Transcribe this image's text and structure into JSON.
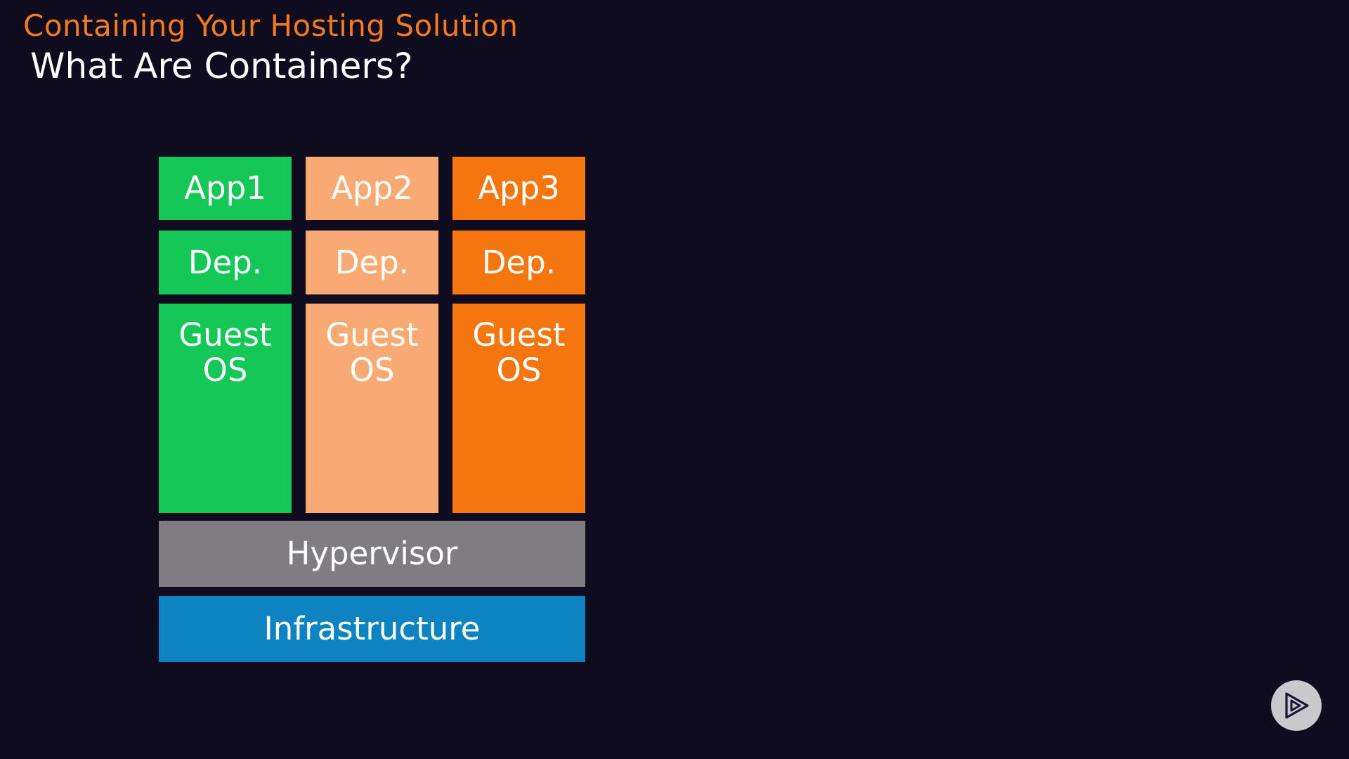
{
  "header": {
    "kicker": "Containing Your Hosting Solution",
    "title": "What Are Containers?"
  },
  "diagram": {
    "columns": [
      {
        "app": "App1",
        "dep": "Dep.",
        "os": "Guest\nOS",
        "color": "#14c756"
      },
      {
        "app": "App2",
        "dep": "Dep.",
        "os": "Guest\nOS",
        "color": "#f8aa72"
      },
      {
        "app": "App3",
        "dep": "Dep.",
        "os": "Guest\nOS",
        "color": "#f5760f"
      }
    ],
    "hypervisor": {
      "label": "Hypervisor",
      "color": "#7f7d81"
    },
    "infrastructure": {
      "label": "Infrastructure",
      "color": "#0d84c1"
    }
  },
  "brand": {
    "icon": "play-logo-icon"
  },
  "colors": {
    "background": "#100c20",
    "accent": "#f47a1f"
  }
}
